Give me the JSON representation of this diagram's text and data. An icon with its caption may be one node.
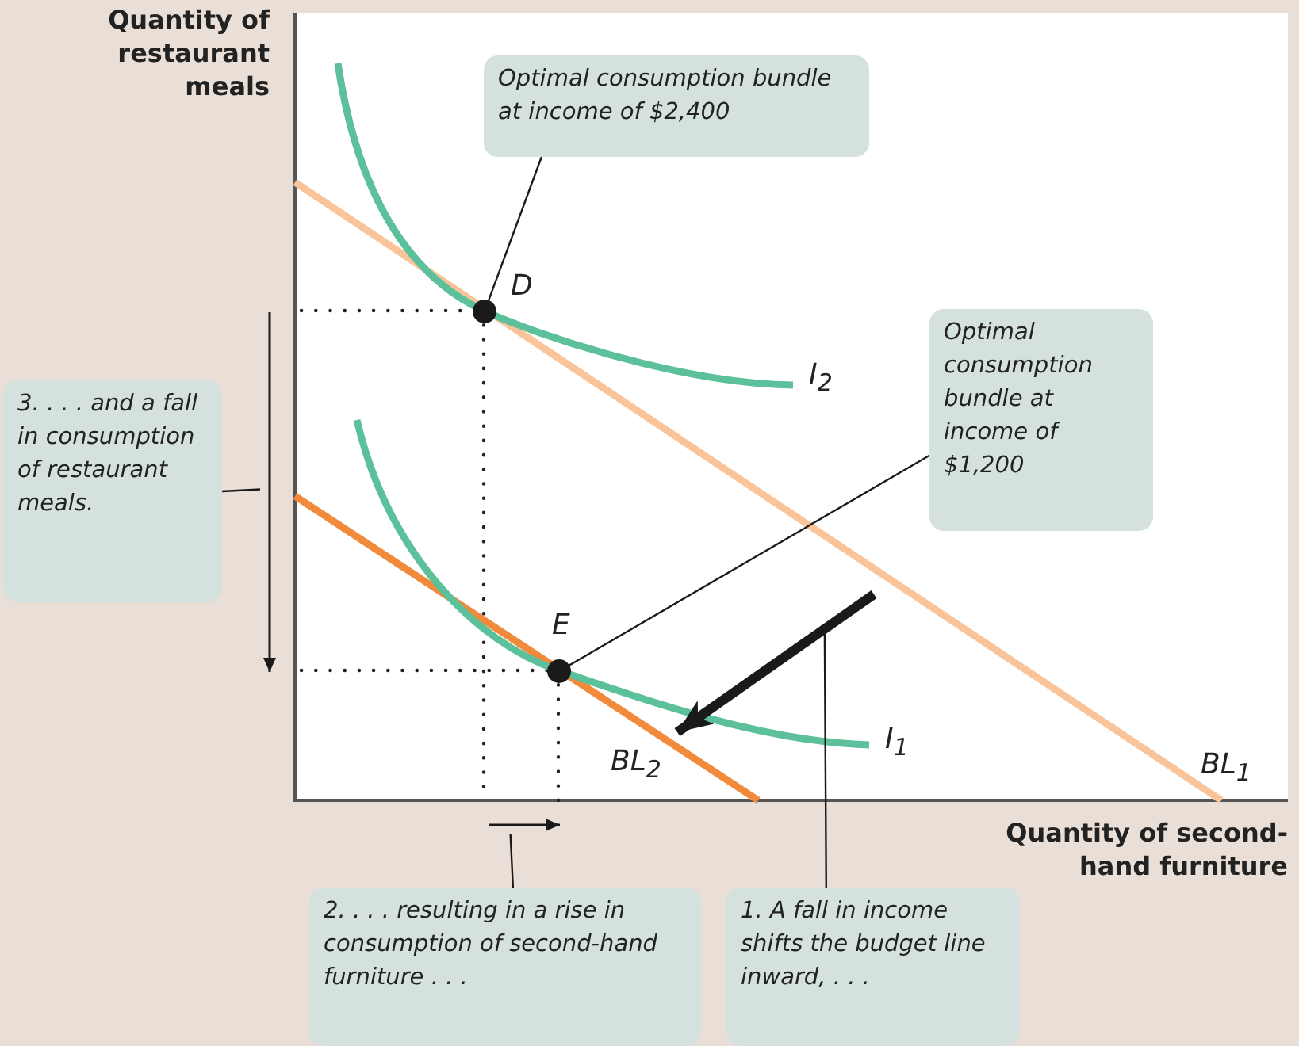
{
  "diagram": {
    "nodes": [
      {
        "text": [
          "Optimal consumption bundle at income of $2,400"
        ]
      },
      {
        "text": [],
        "shape": "circle",
        "beside": [
          "D"
        ]
      },
      {
        "text": [
          "Optimal consumption bundle at income of $1,200"
        ]
      },
      {
        "text": [],
        "shape": "circle",
        "beside": [
          "E"
        ]
      },
      {
        "text": [
          "3. . . . and a fall in consumption of restaurant meals."
        ]
      },
      {
        "text": [
          "2. . . . resulting in a rise in consumption of second-hand furniture . . ."
        ]
      },
      {
        "text": [
          "1. A fall in income shifts the budget line inward, . . ."
        ]
      },
      {
        "text": [],
        "shape": "arrow"
      },
      {
        "text": [],
        "shape": "arrow"
      },
      {
        "text": [],
        "shape": "arrow"
      }
    ],
    "edges": [
      {
        "from": 0,
        "to": 1,
        "arrow": "none"
      },
      {
        "from": 2,
        "to": 3,
        "arrow": "none"
      },
      {
        "from": 4,
        "to": 7,
        "arrow": "none"
      },
      {
        "from": 5,
        "to": 8,
        "arrow": "none"
      },
      {
        "from": 6,
        "to": 9,
        "arrow": "none"
      }
    ],
    "labels": [
      "Quantity of restaurant meals",
      "I$_{2}$",
      "I$_{1}$",
      "BL$_{2}$",
      "BL$_{1}$",
      "Quantity of second-hand furniture"
    ]
  }
}
